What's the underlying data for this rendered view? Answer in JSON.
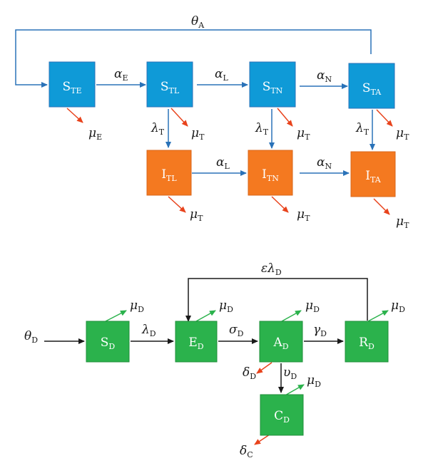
{
  "colors": {
    "blue_box": "#0f9ad7",
    "orange_box": "#f47920",
    "green_box": "#2bb24c",
    "blue_arrow": "#2a72b8",
    "red_arrow": "#e8431c",
    "green_arrow": "#2bb24c",
    "black_arrow": "#1a1a1a"
  },
  "tick_compartments": {
    "s_te": {
      "main": "S",
      "sub": "TE"
    },
    "s_tl": {
      "main": "S",
      "sub": "TL"
    },
    "s_tn": {
      "main": "S",
      "sub": "TN"
    },
    "s_ta": {
      "main": "S",
      "sub": "TA"
    },
    "i_tl": {
      "main": "I",
      "sub": "TL"
    },
    "i_tn": {
      "main": "I",
      "sub": "TN"
    },
    "i_ta": {
      "main": "I",
      "sub": "TA"
    }
  },
  "tick_rates": {
    "theta_a": {
      "sym": "θ",
      "sub": "A"
    },
    "alpha_e": {
      "sym": "α",
      "sub": "E"
    },
    "alpha_l": {
      "sym": "α",
      "sub": "L"
    },
    "alpha_n": {
      "sym": "α",
      "sub": "N"
    },
    "mu_e": {
      "sym": "μ",
      "sub": "E"
    },
    "mu_t": {
      "sym": "μ",
      "sub": "T"
    },
    "lambda_t": {
      "sym": "λ",
      "sub": "T"
    }
  },
  "deer_compartments": {
    "s_d": {
      "main": "S",
      "sub": "D"
    },
    "e_d": {
      "main": "E",
      "sub": "D"
    },
    "a_d": {
      "main": "A",
      "sub": "D"
    },
    "r_d": {
      "main": "R",
      "sub": "D"
    },
    "c_d": {
      "main": "C",
      "sub": "D"
    }
  },
  "deer_rates": {
    "theta_d": {
      "sym": "θ",
      "sub": "D"
    },
    "lambda_d": {
      "sym": "λ",
      "sub": "D"
    },
    "sigma_d": {
      "sym": "σ",
      "sub": "D"
    },
    "gamma_d": {
      "sym": "γ",
      "sub": "D"
    },
    "upsilon_d": {
      "sym": "υ",
      "sub": "D"
    },
    "mu_d": {
      "sym": "μ",
      "sub": "D"
    },
    "delta_d": {
      "sym": "δ",
      "sub": "D"
    },
    "delta_c": {
      "sym": "δ",
      "sub": "C"
    },
    "eps_lambda_d": {
      "sym": "ελ",
      "sub": "D"
    }
  }
}
